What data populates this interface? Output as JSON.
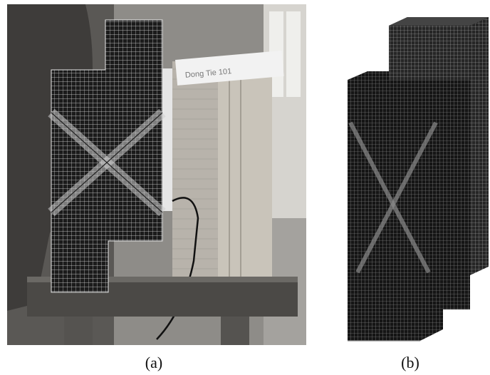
{
  "figure": {
    "panels": [
      {
        "label": "(a)",
        "content": "photograph of specimen with overlaid finite element mesh"
      },
      {
        "label": "(b)",
        "content": "3D finite element mesh model"
      }
    ],
    "note_card_text": "Dong Tie 101"
  }
}
